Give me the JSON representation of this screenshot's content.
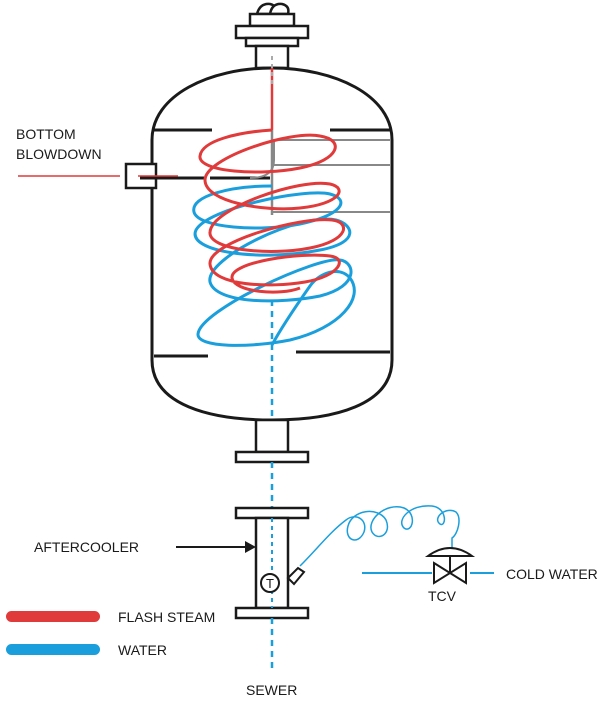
{
  "labels": {
    "bottom_blowdown_line1": "BOTTOM",
    "bottom_blowdown_line2": "BLOWDOWN",
    "aftercooler": "AFTERCOOLER",
    "thermometer": "T",
    "tcv": "TCV",
    "cold_water": "COLD WATER",
    "sewer": "SEWER"
  },
  "legend": {
    "items": [
      {
        "label": "FLASH STEAM",
        "color": "#e03a3a"
      },
      {
        "label": "WATER",
        "color": "#1a9fdc"
      }
    ]
  },
  "colors": {
    "steam": "#e03a3a",
    "water": "#1a9fdc",
    "outline": "#1a1a1a",
    "fitting": "#888888"
  }
}
